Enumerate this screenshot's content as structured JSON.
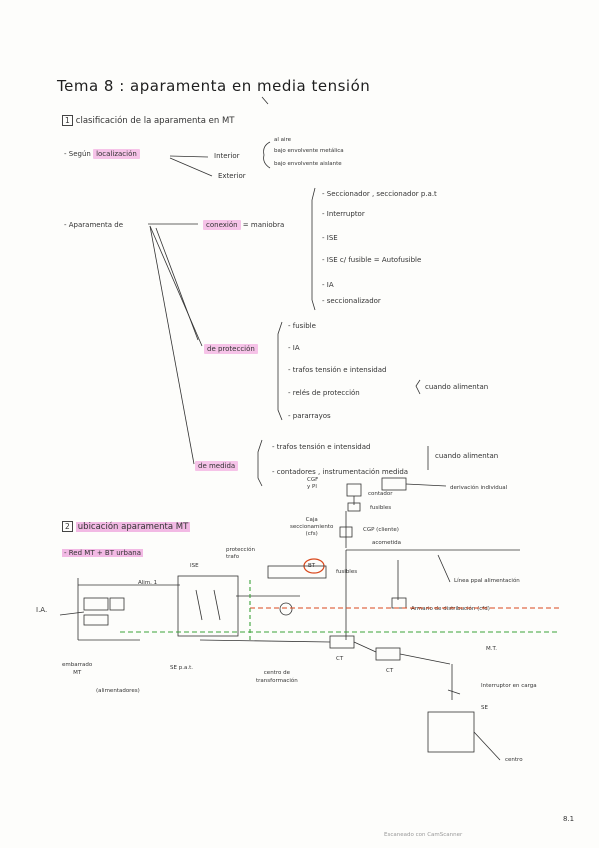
{
  "title": "Tema 8 : aparamenta en media tensión",
  "section1": {
    "number": "1",
    "heading": "clasificación de la aparamenta en MT",
    "segun_prefix": "- Según",
    "segun_highlight": "localización",
    "interior": "Interior",
    "exterior": "Exterior",
    "interior_opts": [
      "al aire",
      "bajo envolvente metálica",
      "bajo envolvente aislante"
    ],
    "aparamenta_prefix": "- Aparamenta de",
    "conexion": "conexión",
    "maniobra": "= maniobra",
    "conexion_items": [
      "- Seccionador , seccionador p.a.t",
      "- Interruptor",
      "- ISE",
      "- ISE c/ fusible  =  Autofusible",
      "- IA",
      "- seccionalizador"
    ],
    "proteccion": "de protección",
    "proteccion_items": [
      "- fusible",
      "- IA",
      "- trafos tensión e intensidad",
      "- relés de protección",
      "- pararrayos"
    ],
    "proteccion_note": "cuando alimentan",
    "medida": "de medida",
    "medida_items": [
      "- trafos tensión e intensidad",
      "- contadores , instrumentación medida"
    ],
    "medida_note": "cuando alimentan",
    "derivacion": "derivación individual",
    "cgf_label": "CGF\ny Pl",
    "contador_label": "contador",
    "fusibles_label": "fusibles",
    "caja_label": "Caja\nseccionamiento\n(cfs)",
    "cgp_label": "CGP (cliente)",
    "acometida": "acometida"
  },
  "section2": {
    "number": "2",
    "heading": "ubicación aparamenta MT",
    "red": "- Red MT + BT urbana",
    "alim": "Alim. 1",
    "ise": "ISE",
    "proteccion_trafo": "protección\ntrafo",
    "fusibles": "fusibles",
    "bt": "BT",
    "ia": "I.A.",
    "embarrado": "embarrado\nMT",
    "alimentadores": "(alimentadores)",
    "sepat": "SE p.a.t.",
    "centro": "centro de\ntransformación",
    "ct1": "CT",
    "ct2": "CT",
    "linea_ppal": "Línea ppal alimentación",
    "armario": "Armario de distribución (cfd)",
    "mt": "M.T.",
    "interruptor": "Interruptor en carga",
    "se": "SE",
    "centro2": "centro"
  },
  "footer": {
    "page": "8.1",
    "watermark": "Escaneado con CamScanner"
  }
}
